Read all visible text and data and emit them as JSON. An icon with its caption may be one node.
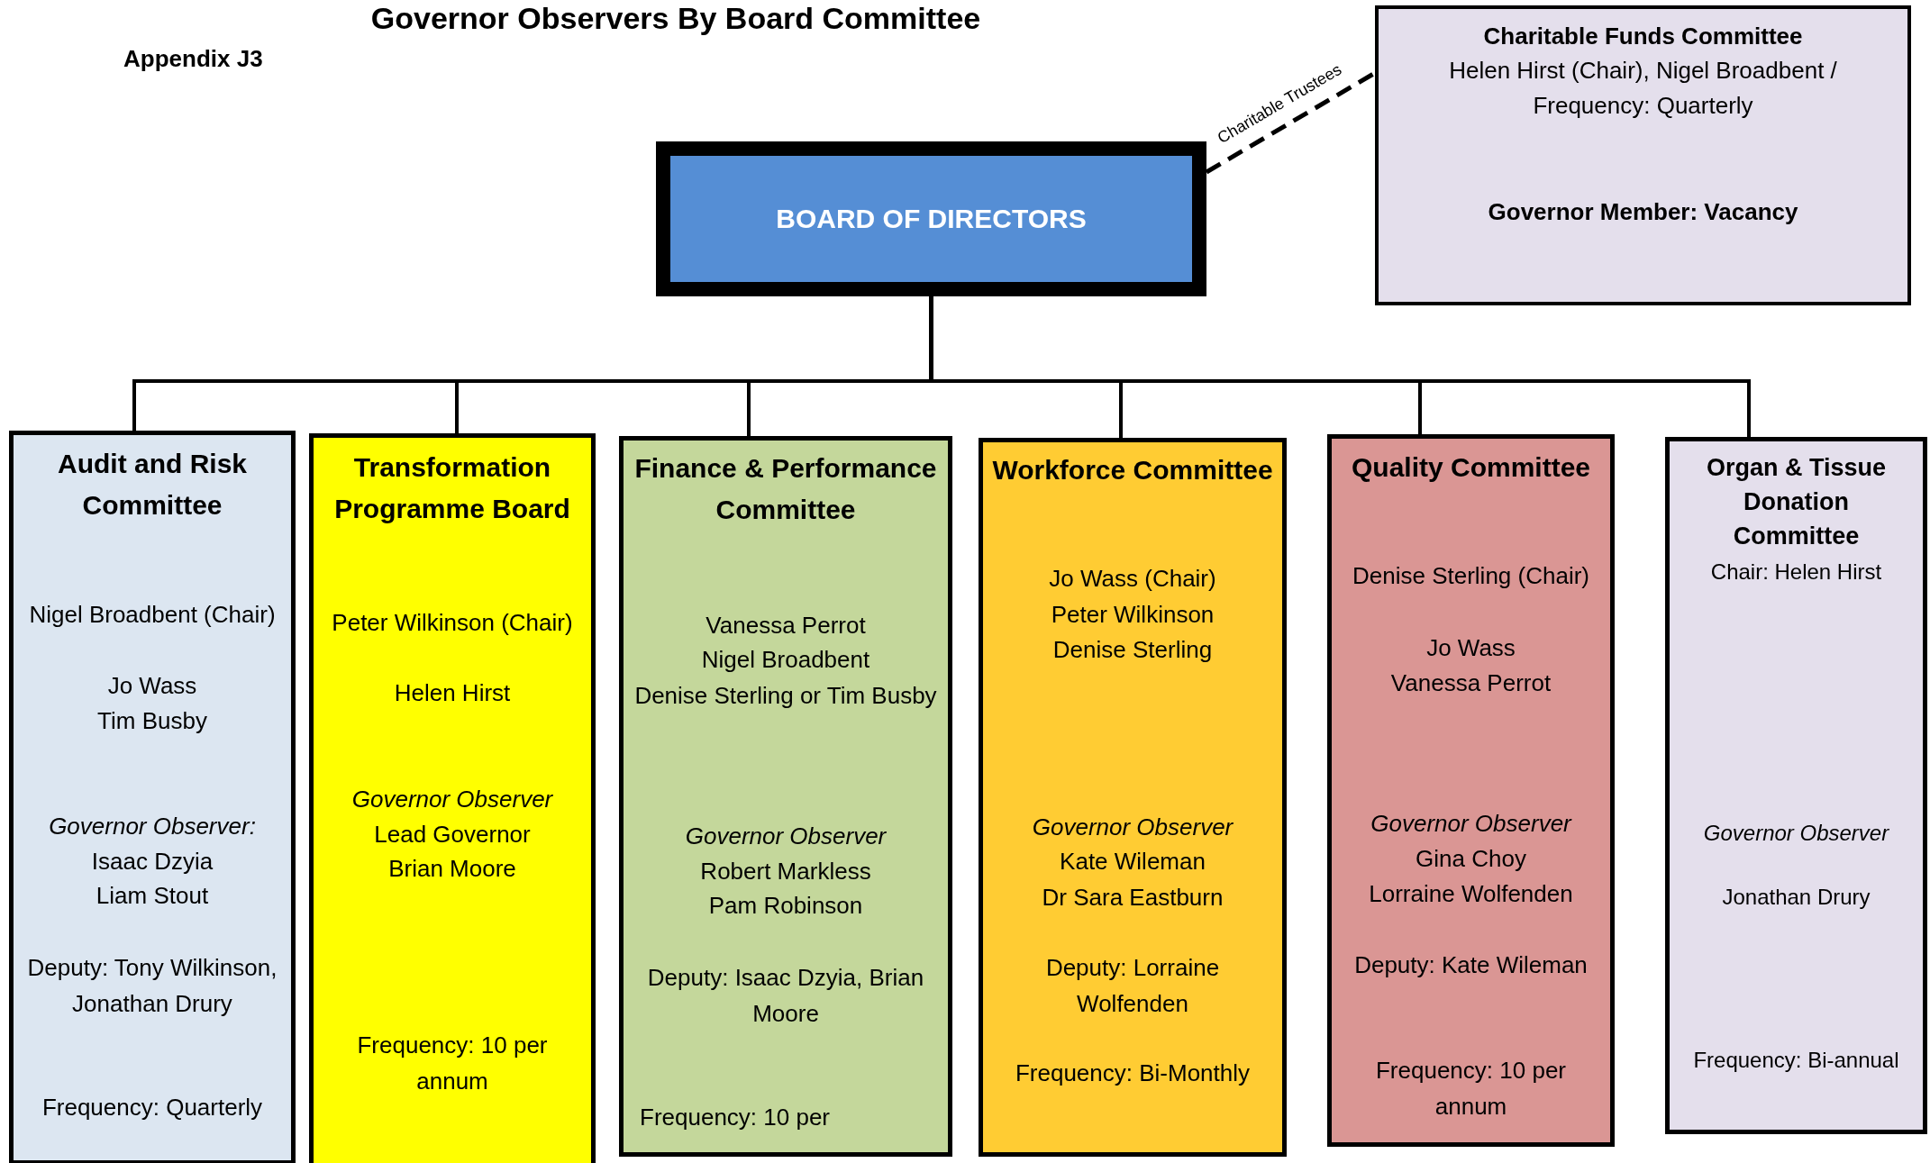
{
  "diagram": {
    "title": "Governor Observers By Board Committee",
    "nodes": [
      {
        "text": [
          "BOARD OF DIRECTORS"
        ]
      },
      {
        "text": [
          "Charitable Funds Committee",
          "Helen Hirst (Chair), Nigel Broadbent / Frequency: Quarterly",
          "Governor Member: Vacancy"
        ]
      },
      {
        "text": [
          "Audit and Risk Committee",
          "Nigel Broadbent (Chair)",
          "Jo Wass",
          "Tim Busby",
          "Governor Observer:",
          "Isaac Dzyia",
          "Liam Stout",
          "Deputy: Tony Wilkinson, Jonathan Drury",
          "Frequency: Quarterly"
        ]
      },
      {
        "text": [
          "Transformation Programme Board",
          "Peter Wilkinson (Chair)",
          "Helen Hirst",
          "Governor Observer",
          "Lead Governor",
          "Brian Moore",
          "Frequency: 10 per annum"
        ]
      },
      {
        "text": [
          "Finance & Performance Committee",
          "Vanessa Perrot",
          "Nigel Broadbent",
          "Denise Sterling or Tim Busby",
          "Governor Observer",
          "Robert Markless",
          "Pam Robinson",
          "Deputy: Isaac Dzyia, Brian Moore",
          "Frequency: 10 per"
        ]
      },
      {
        "text": [
          "Workforce Committee",
          "Jo Wass (Chair)",
          "Peter Wilkinson",
          "Denise Sterling",
          "Governor Observer",
          "Kate Wileman",
          "Dr Sara Eastburn",
          "Deputy: Lorraine Wolfenden",
          "Frequency: Bi-Monthly"
        ]
      },
      {
        "text": [
          "Quality Committee",
          "Denise Sterling (Chair)",
          "Jo Wass",
          "Vanessa Perrot",
          "Governor Observer",
          "Gina Choy",
          "Lorraine Wolfenden",
          "Deputy: Kate Wileman",
          "Frequency: 10 per annum"
        ]
      },
      {
        "text": [
          "Organ & Tissue Donation Committee",
          "Chair: Helen Hirst",
          "Governor Observer",
          "Jonathan Drury",
          "Frequency: Bi-annual"
        ]
      }
    ],
    "edges": [
      {
        "from": 0,
        "to": 1,
        "arrow": "none",
        "label": "Charitable Trustees",
        "style": "dashed"
      },
      {
        "from": 0,
        "to": 2,
        "arrow": "none"
      },
      {
        "from": 0,
        "to": 3,
        "arrow": "none"
      },
      {
        "from": 0,
        "to": 4,
        "arrow": "none"
      },
      {
        "from": 0,
        "to": 5,
        "arrow": "none"
      },
      {
        "from": 0,
        "to": 6,
        "arrow": "none"
      },
      {
        "from": 0,
        "to": 7,
        "arrow": "none"
      }
    ],
    "labels": [
      "Appendix J3"
    ]
  }
}
